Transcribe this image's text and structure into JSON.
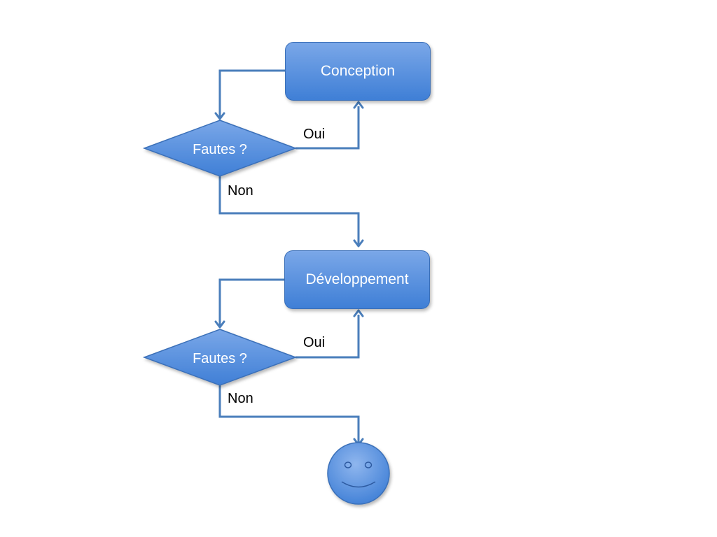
{
  "diagram": {
    "process_1": {
      "label": "Conception"
    },
    "decision_1": {
      "label": "Fautes ?",
      "yes_label": "Oui",
      "no_label": "Non"
    },
    "process_2": {
      "label": "Développement"
    },
    "decision_2": {
      "label": "Fautes ?",
      "yes_label": "Oui",
      "no_label": "Non"
    },
    "end_icon": "smiley-face-icon"
  },
  "colors": {
    "shape_fill_top": "#7aa7e8",
    "shape_fill_bottom": "#3f7fd6",
    "connector": "#4a7ebb",
    "text_on_shape": "#ffffff"
  }
}
